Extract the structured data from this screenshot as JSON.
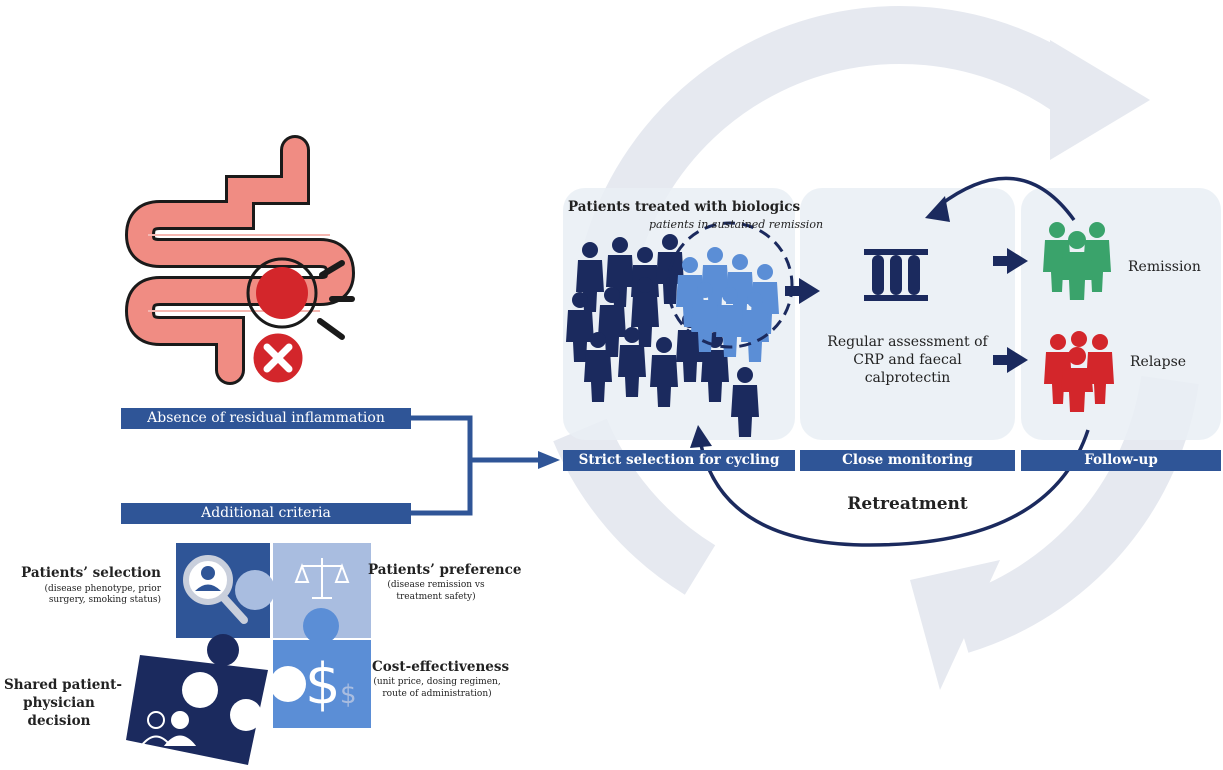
{
  "left": {
    "absence_label": "Absence of residual inflammation",
    "additional_label": "Additional criteria"
  },
  "criteria": {
    "selection_title": "Patients’ selection",
    "selection_detail_1": "(disease phenotype, prior",
    "selection_detail_2": "surgery, smoking status)",
    "preference_title": "Patients’ preference",
    "preference_detail_1": "(disease remission vs",
    "preference_detail_2": "treatment safety)",
    "cost_title": "Cost-effectiveness",
    "cost_detail_1": "(unit price, dosing regimen,",
    "cost_detail_2": "route of administration)",
    "shared_1": "Shared patient-",
    "shared_2": "physician",
    "shared_3": "decision",
    "dollar_big": "$",
    "dollar_small": "$"
  },
  "cycle": {
    "patients_title": "Patients treated with biologics",
    "patients_subtitle": "patients in sustained remission",
    "assessment_1": "Regular assessment of",
    "assessment_2": "CRP and faecal",
    "assessment_3": "calprotectin",
    "remission": "Remission",
    "relapse": "Relapse",
    "stage_1": "Strict selection for cycling",
    "stage_2": "Close monitoring",
    "stage_3": "Follow-up",
    "retreatment": "Retreatment"
  },
  "colors": {
    "navy": "#1b2a5e",
    "medium_blue": "#2f5597",
    "light_blue": "#5b8ed6",
    "green": "#3aa36b",
    "red": "#d3262b",
    "intestine": "#f08c83",
    "cycle_ring": "#e6e9f0"
  }
}
